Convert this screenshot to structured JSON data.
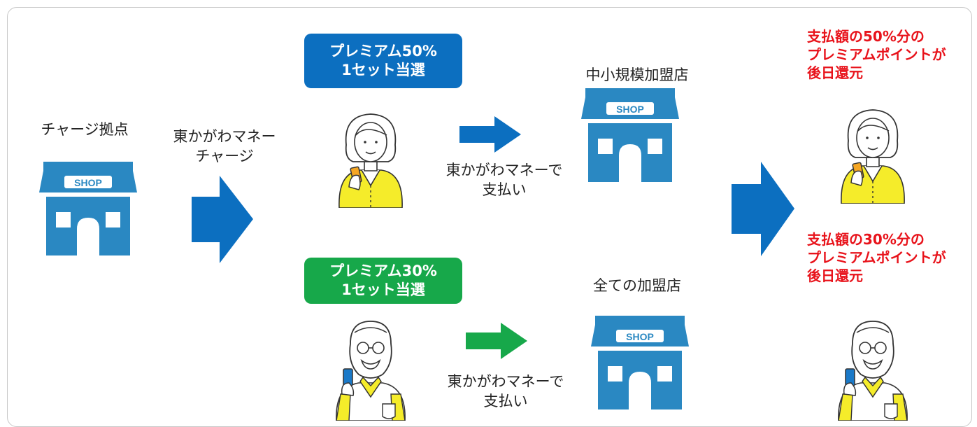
{
  "charge_point": {
    "label": "チャージ拠点"
  },
  "charge_action": {
    "line1": "東かがわマネー",
    "line2": "チャージ"
  },
  "premium50": {
    "line1": "プレミアム50%",
    "line2": "1セット当選"
  },
  "premium30": {
    "line1": "プレミアム30%",
    "line2": "1セット当選"
  },
  "payment_top": {
    "line1": "東かがわマネーで",
    "line2": "支払い"
  },
  "payment_bottom": {
    "line1": "東かがわマネーで",
    "line2": "支払い"
  },
  "store_small": {
    "label": "中小規模加盟店"
  },
  "store_all": {
    "label": "全ての加盟店"
  },
  "shop_sign": "SHOP",
  "result50": {
    "line1": "支払額の50%分の",
    "line2": "プレミアムポイントが",
    "line3": "後日還元"
  },
  "result30": {
    "line1": "支払額の30%分の",
    "line2": "プレミアムポイントが",
    "line3": "後日還元"
  },
  "colors": {
    "blue": "#0c6fc0",
    "green": "#17a84a",
    "shop": "#2a88c2",
    "red": "#e8131b",
    "yellow": "#f5ec2a"
  }
}
